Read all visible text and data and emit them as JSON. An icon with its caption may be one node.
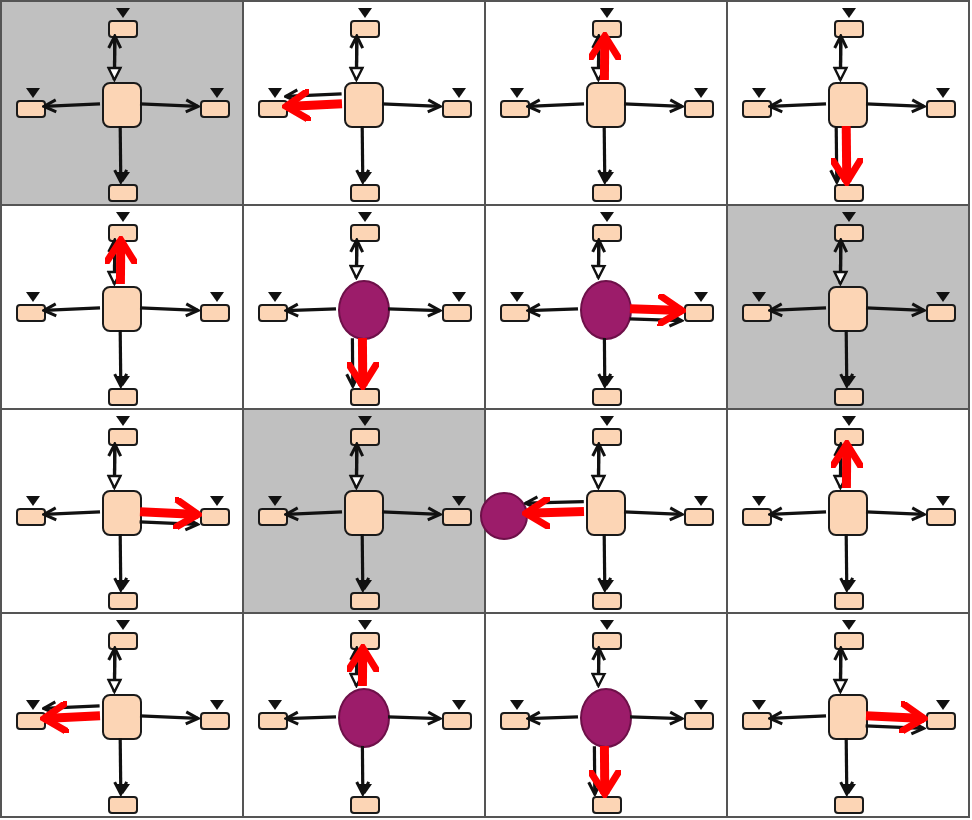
{
  "diagram": {
    "nodes": [
      {
        "text": [],
        "shape": "shaded"
      },
      {
        "text": [],
        "shape": "box",
        "in": 0
      },
      {
        "text": [],
        "shape": "box",
        "in": 0
      },
      {
        "text": [],
        "shape": "box",
        "in": 0
      },
      {
        "text": [],
        "shape": "box",
        "in": 0
      },
      {
        "text": [],
        "shape": "box",
        "in": 0
      },
      {
        "text": [],
        "shape": "box"
      },
      {
        "text": [],
        "shape": "box",
        "in": 6
      },
      {
        "text": [],
        "shape": "box",
        "in": 6
      },
      {
        "text": [],
        "shape": "box",
        "in": 6
      },
      {
        "text": [],
        "shape": "box",
        "in": 6
      },
      {
        "text": [],
        "shape": "box",
        "in": 6
      },
      {
        "text": [],
        "shape": "box"
      },
      {
        "text": [],
        "shape": "box",
        "in": 12
      },
      {
        "text": [],
        "shape": "box",
        "in": 12
      },
      {
        "text": [],
        "shape": "box",
        "in": 12
      },
      {
        "text": [],
        "shape": "box",
        "in": 12
      },
      {
        "text": [],
        "shape": "box",
        "in": 12
      },
      {
        "text": [],
        "shape": "box"
      },
      {
        "text": [],
        "shape": "box",
        "in": 18
      },
      {
        "text": [],
        "shape": "box",
        "in": 18
      },
      {
        "text": [],
        "shape": "box",
        "in": 18
      },
      {
        "text": [],
        "shape": "box",
        "in": 18
      },
      {
        "text": [],
        "shape": "box",
        "in": 18
      },
      {
        "text": [],
        "shape": "box"
      },
      {
        "text": [],
        "shape": "box",
        "in": 24
      },
      {
        "text": [],
        "shape": "box",
        "in": 24
      },
      {
        "text": [],
        "shape": "box",
        "in": 24
      },
      {
        "text": [],
        "shape": "box",
        "in": 24
      },
      {
        "text": [],
        "shape": "box",
        "in": 24
      },
      {
        "text": [],
        "shape": "box"
      },
      {
        "text": [],
        "shape": "box",
        "in": 30
      },
      {
        "text": [],
        "shape": "box",
        "in": 30
      },
      {
        "text": [],
        "shape": "circle",
        "in": 30
      },
      {
        "text": [],
        "shape": "box",
        "in": 30
      },
      {
        "text": [],
        "shape": "box",
        "in": 30
      },
      {
        "text": [],
        "shape": "box"
      },
      {
        "text": [],
        "shape": "box",
        "in": 36
      },
      {
        "text": [],
        "shape": "box",
        "in": 36
      },
      {
        "text": [],
        "shape": "circle",
        "in": 36
      },
      {
        "text": [],
        "shape": "box",
        "in": 36
      },
      {
        "text": [],
        "shape": "box",
        "in": 36
      },
      {
        "text": [],
        "shape": "shaded"
      },
      {
        "text": [],
        "shape": "box",
        "in": 42
      },
      {
        "text": [],
        "shape": "box",
        "in": 42
      },
      {
        "text": [],
        "shape": "box",
        "in": 42
      },
      {
        "text": [],
        "shape": "box",
        "in": 42
      },
      {
        "text": [],
        "shape": "box",
        "in": 42
      },
      {
        "text": [],
        "shape": "box"
      },
      {
        "text": [],
        "shape": "box",
        "in": 48
      },
      {
        "text": [],
        "shape": "box",
        "in": 48
      },
      {
        "text": [],
        "shape": "box",
        "in": 48
      },
      {
        "text": [],
        "shape": "box",
        "in": 48
      },
      {
        "text": [],
        "shape": "box",
        "in": 48
      },
      {
        "text": [],
        "shape": "shaded"
      },
      {
        "text": [],
        "shape": "box",
        "in": 54
      },
      {
        "text": [],
        "shape": "box",
        "in": 54
      },
      {
        "text": [],
        "shape": "box",
        "in": 54
      },
      {
        "text": [],
        "shape": "box",
        "in": 54
      },
      {
        "text": [],
        "shape": "box",
        "in": 54
      },
      {
        "text": [],
        "shape": "box"
      },
      {
        "text": [],
        "shape": "box",
        "in": 60
      },
      {
        "text": [],
        "shape": "circle",
        "in": 60
      },
      {
        "text": [],
        "shape": "box",
        "in": 60
      },
      {
        "text": [],
        "shape": "box",
        "in": 60
      },
      {
        "text": [],
        "shape": "box",
        "in": 60
      },
      {
        "text": [],
        "shape": "box"
      },
      {
        "text": [],
        "shape": "box",
        "in": 66
      },
      {
        "text": [],
        "shape": "box",
        "in": 66
      },
      {
        "text": [],
        "shape": "box",
        "in": 66
      },
      {
        "text": [],
        "shape": "box",
        "in": 66
      },
      {
        "text": [],
        "shape": "box",
        "in": 66
      },
      {
        "text": [],
        "shape": "box"
      },
      {
        "text": [],
        "shape": "box",
        "in": 72
      },
      {
        "text": [],
        "shape": "box",
        "in": 72
      },
      {
        "text": [],
        "shape": "box",
        "in": 72
      },
      {
        "text": [],
        "shape": "box",
        "in": 72
      },
      {
        "text": [],
        "shape": "box",
        "in": 72
      },
      {
        "text": [],
        "shape": "box"
      },
      {
        "text": [],
        "shape": "box",
        "in": 78
      },
      {
        "text": [],
        "shape": "box",
        "in": 78
      },
      {
        "text": [],
        "shape": "circle",
        "in": 78
      },
      {
        "text": [],
        "shape": "box",
        "in": 78
      },
      {
        "text": [],
        "shape": "box",
        "in": 78
      },
      {
        "text": [],
        "shape": "box"
      },
      {
        "text": [],
        "shape": "box",
        "in": 84
      },
      {
        "text": [],
        "shape": "box",
        "in": 84
      },
      {
        "text": [],
        "shape": "circle",
        "in": 84
      },
      {
        "text": [],
        "shape": "box",
        "in": 84
      },
      {
        "text": [],
        "shape": "box",
        "in": 84
      },
      {
        "text": [],
        "shape": "box"
      },
      {
        "text": [],
        "shape": "box",
        "in": 90
      },
      {
        "text": [],
        "shape": "box",
        "in": 90
      },
      {
        "text": [],
        "shape": "box",
        "in": 90
      },
      {
        "text": [],
        "shape": "box",
        "in": 90
      },
      {
        "text": [],
        "shape": "box",
        "in": 90
      }
    ],
    "edges": [
      {
        "from": 3,
        "to": 1,
        "arrow": "to"
      },
      {
        "from": 1,
        "to": 3,
        "arrow": "to"
      },
      {
        "from": 3,
        "to": 2,
        "arrow": "to"
      },
      {
        "from": 3,
        "to": 4,
        "arrow": "to"
      },
      {
        "from": 3,
        "to": 5,
        "arrow": "to"
      },
      {
        "from": 9,
        "to": 7,
        "arrow": "to"
      },
      {
        "from": 7,
        "to": 9,
        "arrow": "to"
      },
      {
        "from": 9,
        "to": 8,
        "arrow": "to"
      },
      {
        "from": 9,
        "to": 10,
        "arrow": "to"
      },
      {
        "from": 9,
        "to": 11,
        "arrow": "to"
      },
      {
        "from": 9,
        "to": 8,
        "arrow": "to",
        "style": "thick",
        "color": "#ff0000"
      },
      {
        "from": 15,
        "to": 13,
        "arrow": "to"
      },
      {
        "from": 13,
        "to": 15,
        "arrow": "to"
      },
      {
        "from": 15,
        "to": 14,
        "arrow": "to"
      },
      {
        "from": 15,
        "to": 16,
        "arrow": "to"
      },
      {
        "from": 15,
        "to": 17,
        "arrow": "to"
      },
      {
        "from": 15,
        "to": 13,
        "arrow": "to",
        "style": "thick",
        "color": "#ff0000"
      },
      {
        "from": 21,
        "to": 19,
        "arrow": "to"
      },
      {
        "from": 19,
        "to": 21,
        "arrow": "to"
      },
      {
        "from": 21,
        "to": 20,
        "arrow": "to"
      },
      {
        "from": 21,
        "to": 22,
        "arrow": "to"
      },
      {
        "from": 21,
        "to": 23,
        "arrow": "to"
      },
      {
        "from": 21,
        "to": 23,
        "arrow": "to",
        "style": "thick",
        "color": "#ff0000"
      },
      {
        "from": 27,
        "to": 25,
        "arrow": "to"
      },
      {
        "from": 25,
        "to": 27,
        "arrow": "to"
      },
      {
        "from": 27,
        "to": 26,
        "arrow": "to"
      },
      {
        "from": 27,
        "to": 28,
        "arrow": "to"
      },
      {
        "from": 27,
        "to": 29,
        "arrow": "to"
      },
      {
        "from": 27,
        "to": 25,
        "arrow": "to",
        "style": "thick",
        "color": "#ff0000"
      },
      {
        "from": 33,
        "to": 31,
        "arrow": "to"
      },
      {
        "from": 31,
        "to": 33,
        "arrow": "to"
      },
      {
        "from": 33,
        "to": 32,
        "arrow": "to"
      },
      {
        "from": 33,
        "to": 34,
        "arrow": "to"
      },
      {
        "from": 33,
        "to": 35,
        "arrow": "to"
      },
      {
        "from": 33,
        "to": 35,
        "arrow": "to",
        "style": "thick",
        "color": "#ff0000"
      },
      {
        "from": 39,
        "to": 37,
        "arrow": "to"
      },
      {
        "from": 37,
        "to": 39,
        "arrow": "to"
      },
      {
        "from": 39,
        "to": 38,
        "arrow": "to"
      },
      {
        "from": 39,
        "to": 40,
        "arrow": "to"
      },
      {
        "from": 39,
        "to": 41,
        "arrow": "to"
      },
      {
        "from": 39,
        "to": 40,
        "arrow": "to",
        "style": "thick",
        "color": "#ff0000"
      },
      {
        "from": 45,
        "to": 43,
        "arrow": "to"
      },
      {
        "from": 43,
        "to": 45,
        "arrow": "to"
      },
      {
        "from": 45,
        "to": 44,
        "arrow": "to"
      },
      {
        "from": 45,
        "to": 46,
        "arrow": "to"
      },
      {
        "from": 45,
        "to": 47,
        "arrow": "to"
      },
      {
        "from": 51,
        "to": 49,
        "arrow": "to"
      },
      {
        "from": 49,
        "to": 51,
        "arrow": "to"
      },
      {
        "from": 51,
        "to": 50,
        "arrow": "to"
      },
      {
        "from": 51,
        "to": 52,
        "arrow": "to"
      },
      {
        "from": 51,
        "to": 53,
        "arrow": "to"
      },
      {
        "from": 51,
        "to": 52,
        "arrow": "to",
        "style": "thick",
        "color": "#ff0000"
      },
      {
        "from": 57,
        "to": 55,
        "arrow": "to"
      },
      {
        "from": 55,
        "to": 57,
        "arrow": "to"
      },
      {
        "from": 57,
        "to": 56,
        "arrow": "to"
      },
      {
        "from": 57,
        "to": 58,
        "arrow": "to"
      },
      {
        "from": 57,
        "to": 59,
        "arrow": "to"
      },
      {
        "from": 63,
        "to": 61,
        "arrow": "to"
      },
      {
        "from": 61,
        "to": 63,
        "arrow": "to"
      },
      {
        "from": 63,
        "to": 62,
        "arrow": "to"
      },
      {
        "from": 63,
        "to": 64,
        "arrow": "to"
      },
      {
        "from": 63,
        "to": 65,
        "arrow": "to"
      },
      {
        "from": 63,
        "to": 62,
        "arrow": "to",
        "style": "thick",
        "color": "#ff0000"
      },
      {
        "from": 69,
        "to": 67,
        "arrow": "to"
      },
      {
        "from": 67,
        "to": 69,
        "arrow": "to"
      },
      {
        "from": 69,
        "to": 68,
        "arrow": "to"
      },
      {
        "from": 69,
        "to": 70,
        "arrow": "to"
      },
      {
        "from": 69,
        "to": 71,
        "arrow": "to"
      },
      {
        "from": 69,
        "to": 67,
        "arrow": "to",
        "style": "thick",
        "color": "#ff0000"
      },
      {
        "from": 75,
        "to": 73,
        "arrow": "to"
      },
      {
        "from": 73,
        "to": 75,
        "arrow": "to"
      },
      {
        "from": 75,
        "to": 74,
        "arrow": "to"
      },
      {
        "from": 75,
        "to": 76,
        "arrow": "to"
      },
      {
        "from": 75,
        "to": 77,
        "arrow": "to"
      },
      {
        "from": 75,
        "to": 74,
        "arrow": "to",
        "style": "thick",
        "color": "#ff0000"
      },
      {
        "from": 81,
        "to": 79,
        "arrow": "to"
      },
      {
        "from": 79,
        "to": 81,
        "arrow": "to"
      },
      {
        "from": 81,
        "to": 80,
        "arrow": "to"
      },
      {
        "from": 81,
        "to": 82,
        "arrow": "to"
      },
      {
        "from": 81,
        "to": 83,
        "arrow": "to"
      },
      {
        "from": 81,
        "to": 79,
        "arrow": "to",
        "style": "thick",
        "color": "#ff0000"
      },
      {
        "from": 87,
        "to": 85,
        "arrow": "to"
      },
      {
        "from": 85,
        "to": 87,
        "arrow": "to"
      },
      {
        "from": 87,
        "to": 86,
        "arrow": "to"
      },
      {
        "from": 87,
        "to": 88,
        "arrow": "to"
      },
      {
        "from": 87,
        "to": 89,
        "arrow": "to"
      },
      {
        "from": 87,
        "to": 89,
        "arrow": "to",
        "style": "thick",
        "color": "#ff0000"
      },
      {
        "from": 93,
        "to": 91,
        "arrow": "to"
      },
      {
        "from": 91,
        "to": 93,
        "arrow": "to"
      },
      {
        "from": 93,
        "to": 92,
        "arrow": "to"
      },
      {
        "from": 93,
        "to": 94,
        "arrow": "to"
      },
      {
        "from": 93,
        "to": 95,
        "arrow": "to"
      },
      {
        "from": 93,
        "to": 94,
        "arrow": "to",
        "style": "thick",
        "color": "#ff0000"
      }
    ]
  }
}
